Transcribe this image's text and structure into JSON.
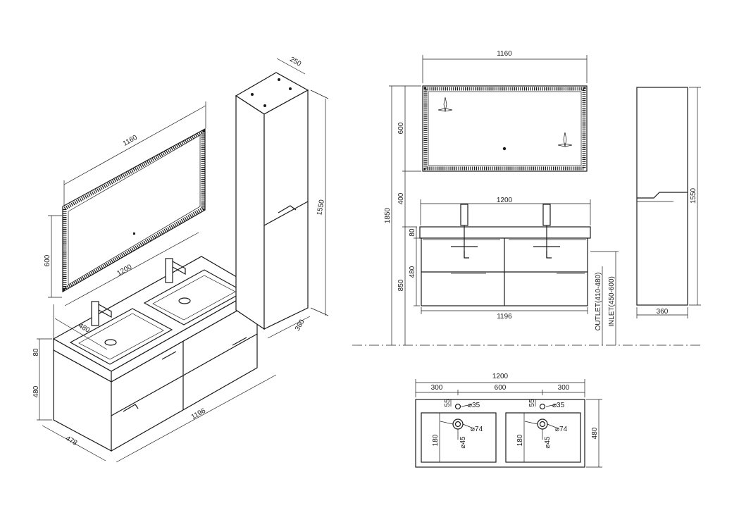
{
  "iso": {
    "mirror_width": "1160",
    "mirror_height": "600",
    "top_width": "1200",
    "top_depth": "480",
    "cabinet_width": "1196",
    "cabinet_depth": "478",
    "top_thickness": "80",
    "cabinet_height": "480",
    "tall_depth": "250",
    "tall_height": "1550",
    "tall_width": "360"
  },
  "front": {
    "mirror_width": "1160",
    "mirror_height": "600",
    "gap": "400",
    "total_height": "1850",
    "top_width": "1200",
    "top_thickness": "80",
    "drawer_height": "480",
    "floor_height": "850",
    "cabinet_width": "1196",
    "outlet": "OUTLET(410-480)",
    "inlet": "INLET(450-600)",
    "tall_height": "1550",
    "tall_width": "360"
  },
  "plan": {
    "width": "1200",
    "seg_left": "300",
    "seg_mid": "600",
    "seg_right": "300",
    "depth": "480",
    "tap_offset": "55",
    "tap_hole": "⌀35",
    "drain_hole": "⌀74",
    "drain_inner": "⌀45",
    "basin_offset": "180"
  }
}
